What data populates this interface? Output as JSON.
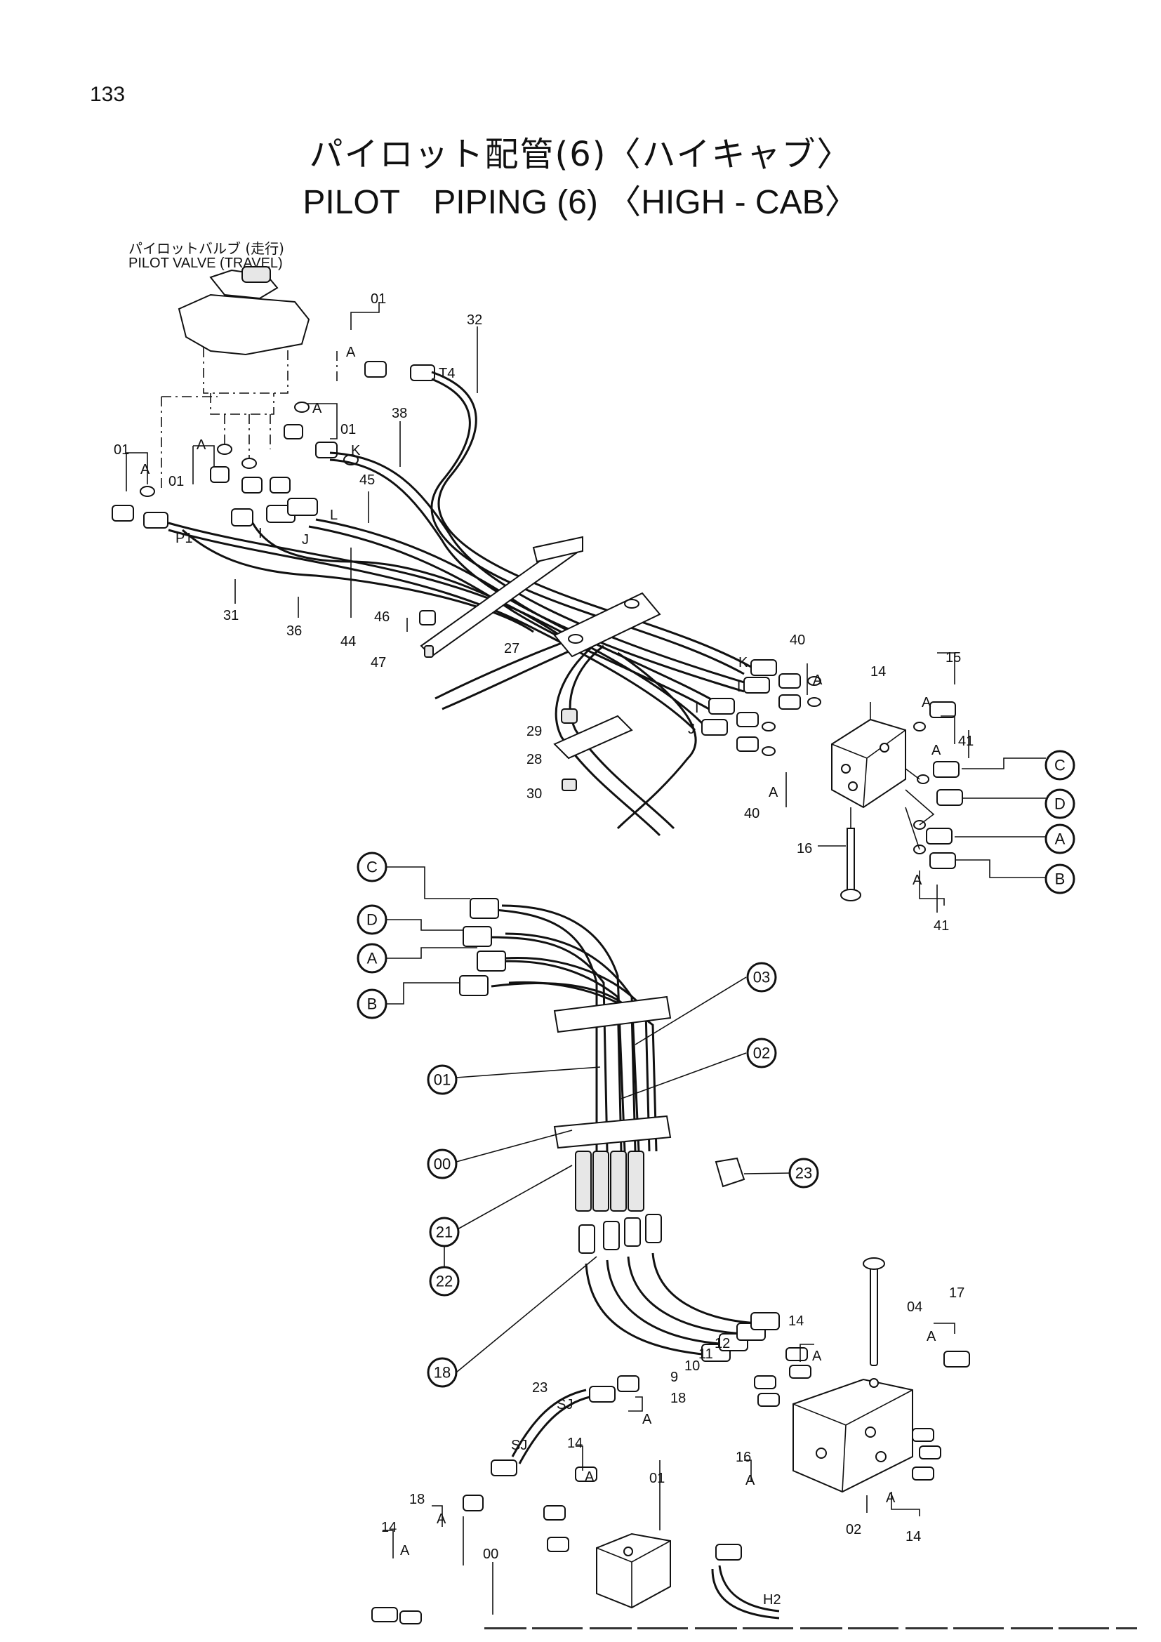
{
  "page": {
    "number": "133"
  },
  "title": {
    "japanese": "パイロット配管(6)〈ハイキャブ〉",
    "english": "PILOT　PIPING (6) 〈HIGH - CAB〉"
  },
  "pilot_valve": {
    "japanese": "パイロットバルブ (走行)",
    "english": "PILOT VALVE (TRAVEL)"
  },
  "upper_labels": [
    {
      "id": "u01a",
      "text": "01"
    },
    {
      "id": "u32",
      "text": "32"
    },
    {
      "id": "uT4",
      "text": "T4"
    },
    {
      "id": "uA1",
      "text": "A"
    },
    {
      "id": "uA2",
      "text": "A"
    },
    {
      "id": "u01b",
      "text": "01"
    },
    {
      "id": "u38",
      "text": "38"
    },
    {
      "id": "uK1",
      "text": "K"
    },
    {
      "id": "u01c",
      "text": "01"
    },
    {
      "id": "uA3",
      "text": "A"
    },
    {
      "id": "uA4",
      "text": "A"
    },
    {
      "id": "u01d",
      "text": "01"
    },
    {
      "id": "u45",
      "text": "45"
    },
    {
      "id": "uL1",
      "text": "L"
    },
    {
      "id": "uP1",
      "text": "P1"
    },
    {
      "id": "uI1",
      "text": "I"
    },
    {
      "id": "uJ1",
      "text": "J"
    },
    {
      "id": "u31",
      "text": "31"
    },
    {
      "id": "u36",
      "text": "36"
    },
    {
      "id": "u44",
      "text": "44"
    },
    {
      "id": "u46",
      "text": "46"
    },
    {
      "id": "u47",
      "text": "47"
    },
    {
      "id": "u27",
      "text": "27"
    },
    {
      "id": "u29",
      "text": "29"
    },
    {
      "id": "u28",
      "text": "28"
    },
    {
      "id": "u30",
      "text": "30"
    },
    {
      "id": "u40a",
      "text": "40"
    },
    {
      "id": "uA5",
      "text": "A"
    },
    {
      "id": "uK2",
      "text": "K"
    },
    {
      "id": "uL2",
      "text": "L"
    },
    {
      "id": "uI2",
      "text": "I"
    },
    {
      "id": "uJ2",
      "text": "J"
    },
    {
      "id": "u40b",
      "text": "40"
    },
    {
      "id": "uA6",
      "text": "A"
    },
    {
      "id": "u14",
      "text": "14"
    },
    {
      "id": "u15",
      "text": "15"
    },
    {
      "id": "uA7",
      "text": "A"
    },
    {
      "id": "u41a",
      "text": "41"
    },
    {
      "id": "uA8",
      "text": "A"
    },
    {
      "id": "u16",
      "text": "16"
    },
    {
      "id": "uA9",
      "text": "A"
    },
    {
      "id": "u41b",
      "text": "41"
    }
  ],
  "lower_labels": [
    {
      "id": "l04",
      "text": "04"
    },
    {
      "id": "l17",
      "text": "17"
    },
    {
      "id": "lA1",
      "text": "A"
    },
    {
      "id": "l14a",
      "text": "14"
    },
    {
      "id": "lA2",
      "text": "A"
    },
    {
      "id": "l12",
      "text": "12"
    },
    {
      "id": "l11",
      "text": "11"
    },
    {
      "id": "l10",
      "text": "10"
    },
    {
      "id": "l9",
      "text": "9"
    },
    {
      "id": "l23",
      "text": "23"
    },
    {
      "id": "lSJ1",
      "text": "SJ"
    },
    {
      "id": "lSJ2",
      "text": "SJ"
    },
    {
      "id": "l18a",
      "text": "18"
    },
    {
      "id": "lA3",
      "text": "A"
    },
    {
      "id": "l14b",
      "text": "14"
    },
    {
      "id": "lA4",
      "text": "A"
    },
    {
      "id": "l18b",
      "text": "18"
    },
    {
      "id": "lA5",
      "text": "A"
    },
    {
      "id": "l01",
      "text": "01"
    },
    {
      "id": "l16",
      "text": "16"
    },
    {
      "id": "lA6",
      "text": "A"
    },
    {
      "id": "l14c",
      "text": "14"
    },
    {
      "id": "lA7",
      "text": "A"
    },
    {
      "id": "l00",
      "text": "00"
    },
    {
      "id": "lH2",
      "text": "H2"
    },
    {
      "id": "l02",
      "text": "02"
    },
    {
      "id": "lA8",
      "text": "A"
    },
    {
      "id": "l14d",
      "text": "14"
    }
  ],
  "callouts": [
    {
      "id": "cC1",
      "text": "C"
    },
    {
      "id": "cD1",
      "text": "D"
    },
    {
      "id": "cA1",
      "text": "A"
    },
    {
      "id": "cB1",
      "text": "B"
    },
    {
      "id": "cC2",
      "text": "C"
    },
    {
      "id": "cD2",
      "text": "D"
    },
    {
      "id": "cA2",
      "text": "A"
    },
    {
      "id": "cB2",
      "text": "B"
    },
    {
      "id": "c03",
      "text": "03"
    },
    {
      "id": "c02",
      "text": "02"
    },
    {
      "id": "c01",
      "text": "01"
    },
    {
      "id": "c00",
      "text": "00"
    },
    {
      "id": "c23",
      "text": "23"
    },
    {
      "id": "c21",
      "text": "21"
    },
    {
      "id": "c22",
      "text": "22"
    },
    {
      "id": "c18",
      "text": "18"
    }
  ]
}
